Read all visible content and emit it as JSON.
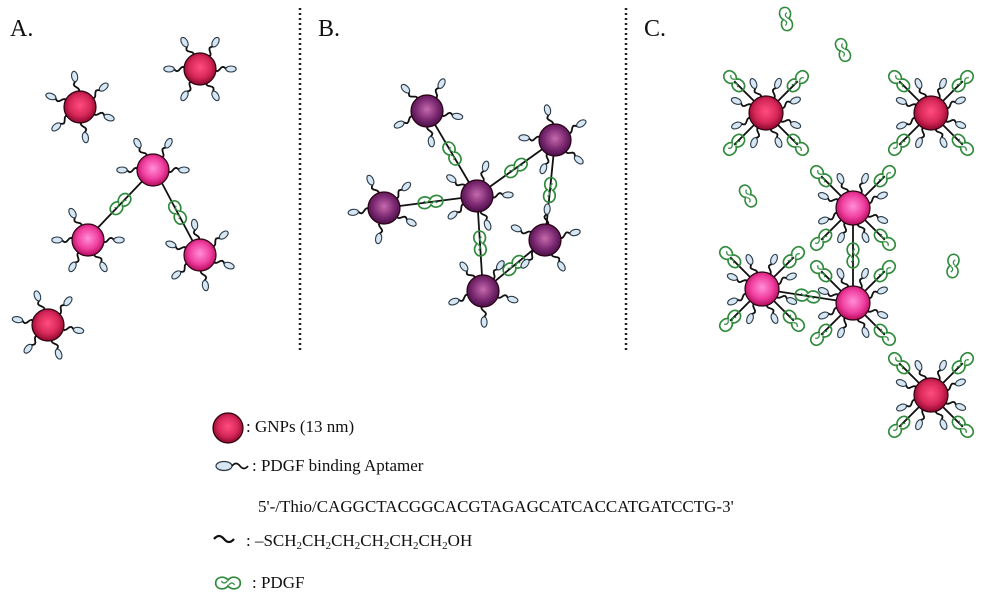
{
  "panels": [
    {
      "id": "A",
      "label": "A."
    },
    {
      "id": "B",
      "label": "B."
    },
    {
      "id": "C",
      "label": "C."
    }
  ],
  "legend": {
    "gnp_text": ": GNPs (13 nm)",
    "aptamer_text": ": PDGF binding Aptamer",
    "sequence_text": "5'-/Thio/CAGGCTACGGCACGTAGAGCATCACCATGATCCTG-3'",
    "linker_prefix": ": –SCH",
    "linker_parts": [
      "2",
      "CH",
      "2",
      "CH",
      "2",
      "CH",
      "2",
      "CH",
      "2",
      "CH",
      "2",
      "OH"
    ],
    "pdgf_text": ": PDGF"
  },
  "colors": {
    "gnp_red_center": "#d8285a",
    "gnp_red_edge": "#7a0020",
    "gnp_pink_center": "#ff66c4",
    "gnp_pink_edge": "#a8004e",
    "gnp_purple_center": "#a8468f",
    "gnp_purple_edge": "#3c0a40",
    "pdgf_green": "#2f8a3c",
    "aptamer_head": "#d6e6f2",
    "divider": "#222222"
  },
  "icons": [
    "gnp-icon",
    "aptamer-icon",
    "linker-icon",
    "pdgf-icon"
  ]
}
